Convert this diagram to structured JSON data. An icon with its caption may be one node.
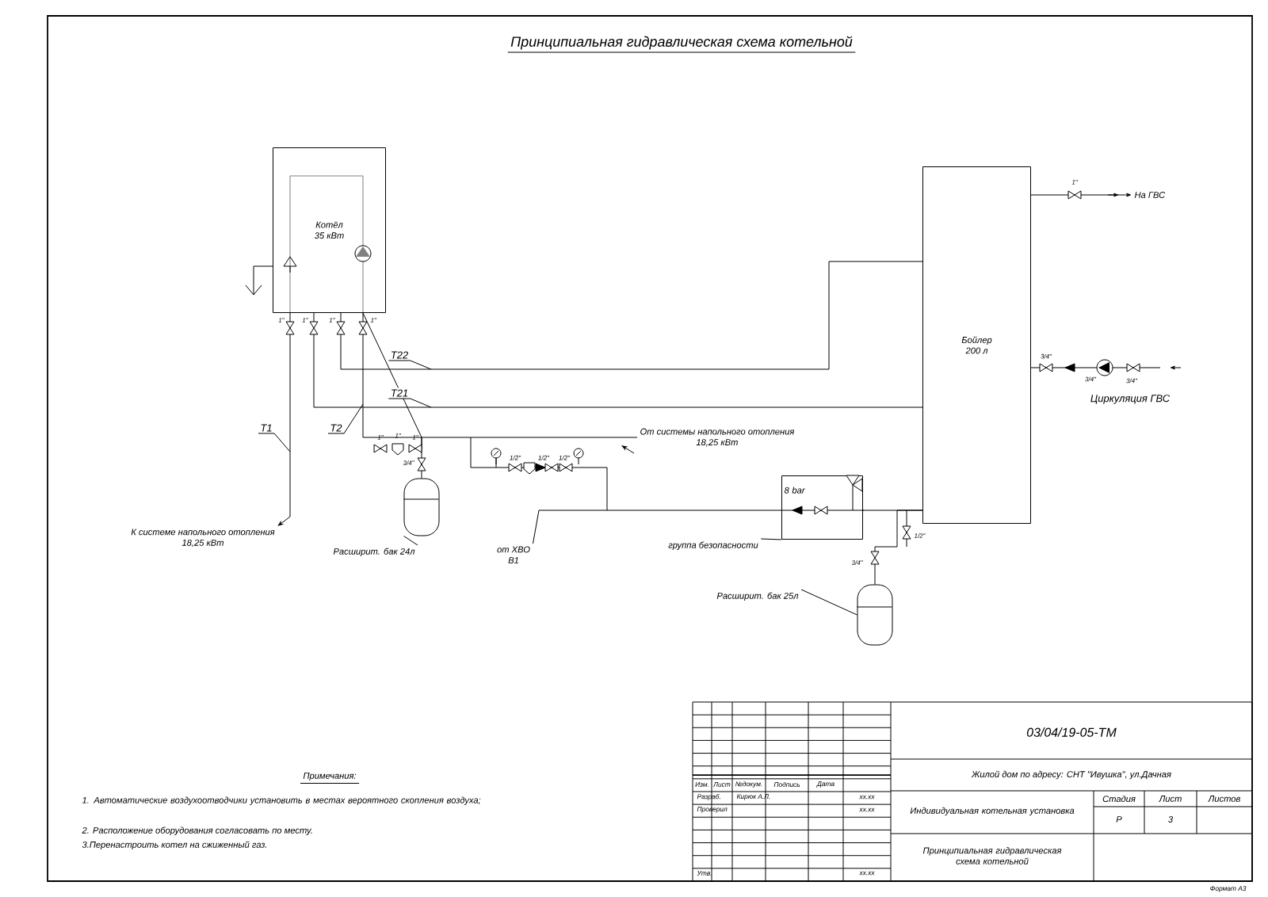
{
  "diagram": {
    "title": "Принципиальная гидравлическая схема котельной",
    "nodes": [
      {
        "text": [
          "Котёл",
          "35 кВт"
        ]
      },
      {
        "text": [
          "Бойлер",
          "200 л"
        ]
      },
      {
        "text": [],
        "shape": "cylinder"
      },
      {
        "text": [],
        "shape": "cylinder"
      },
      {
        "text": [
          "8 bar"
        ]
      },
      {
        "text": [
          "К системе напольного отопления",
          "18,25 кВт"
        ]
      },
      {
        "text": [
          "От системы напольного отопления",
          "18,25 кВт"
        ]
      },
      {
        "text": [
          "от ХВО",
          "В1"
        ]
      },
      {
        "text": [
          "На ГВС"
        ]
      },
      {
        "text": [
          "Расширит. бак 24л"
        ]
      },
      {
        "text": [
          "Расширит. бак 25л"
        ]
      },
      {
        "text": [
          "группа безопасности"
        ]
      }
    ],
    "edges": [
      {
        "from": 0,
        "to": 1,
        "arrow": "none",
        "label": "Т22"
      },
      {
        "from": 0,
        "to": 1,
        "arrow": "none",
        "label": "Т21"
      },
      {
        "from": 0,
        "to": 5,
        "arrow": "to",
        "label": "Т1"
      },
      {
        "from": 6,
        "to": 0,
        "arrow": "none",
        "label": "Т2"
      },
      {
        "from": 2,
        "to": 0,
        "arrow": "none"
      },
      {
        "from": 7,
        "to": 4,
        "arrow": "none"
      },
      {
        "from": 4,
        "to": 1,
        "arrow": "none"
      },
      {
        "from": 3,
        "to": 1,
        "arrow": "none"
      },
      {
        "from": 1,
        "to": 8,
        "arrow": "to"
      },
      {
        "from": null,
        "to": 1,
        "arrow": "none",
        "label": "Циркуляция ГВС"
      },
      {
        "from": 9,
        "to": 2,
        "arrow": "none"
      },
      {
        "from": 10,
        "to": 3,
        "arrow": "none"
      },
      {
        "from": 11,
        "to": 4,
        "arrow": "none"
      }
    ],
    "labels": [
      "1\"",
      "1\"",
      "1\"",
      "1\"",
      "1\"",
      "1\"",
      "1\"",
      "3/4\"",
      "1/2\"",
      "1/2\"",
      "1/2\"",
      "1\"",
      "3/4\"",
      "3/4\"",
      "3/4\"",
      "1/2\"",
      "3/4\"",
      "Примечания:",
      "1. Автоматические воздухоотводчики установить в местах вероятного скопления воздуха;",
      "2. Расположение оборудования согласовать по месту.",
      "3.Перенастроить котел на сжиженный газ.",
      "03/04/19-05-ТМ",
      "Жилой дом по адресу: СНТ \"Ивушка\", ул.Дачная",
      "Изм.",
      "Лист",
      "№докум.",
      "Подпись",
      "Дата",
      "Разраб.",
      "Кирюк А.Л.",
      "хх.хх",
      "Проверил",
      "хх.хх",
      "Индивидуальная котельная установка",
      "Стадия",
      "Лист",
      "Листов",
      "Р",
      "3",
      "Принципиальная гидравлическая схема котельной",
      "Утв.",
      "хх.хх",
      "Формат А3"
    ]
  }
}
